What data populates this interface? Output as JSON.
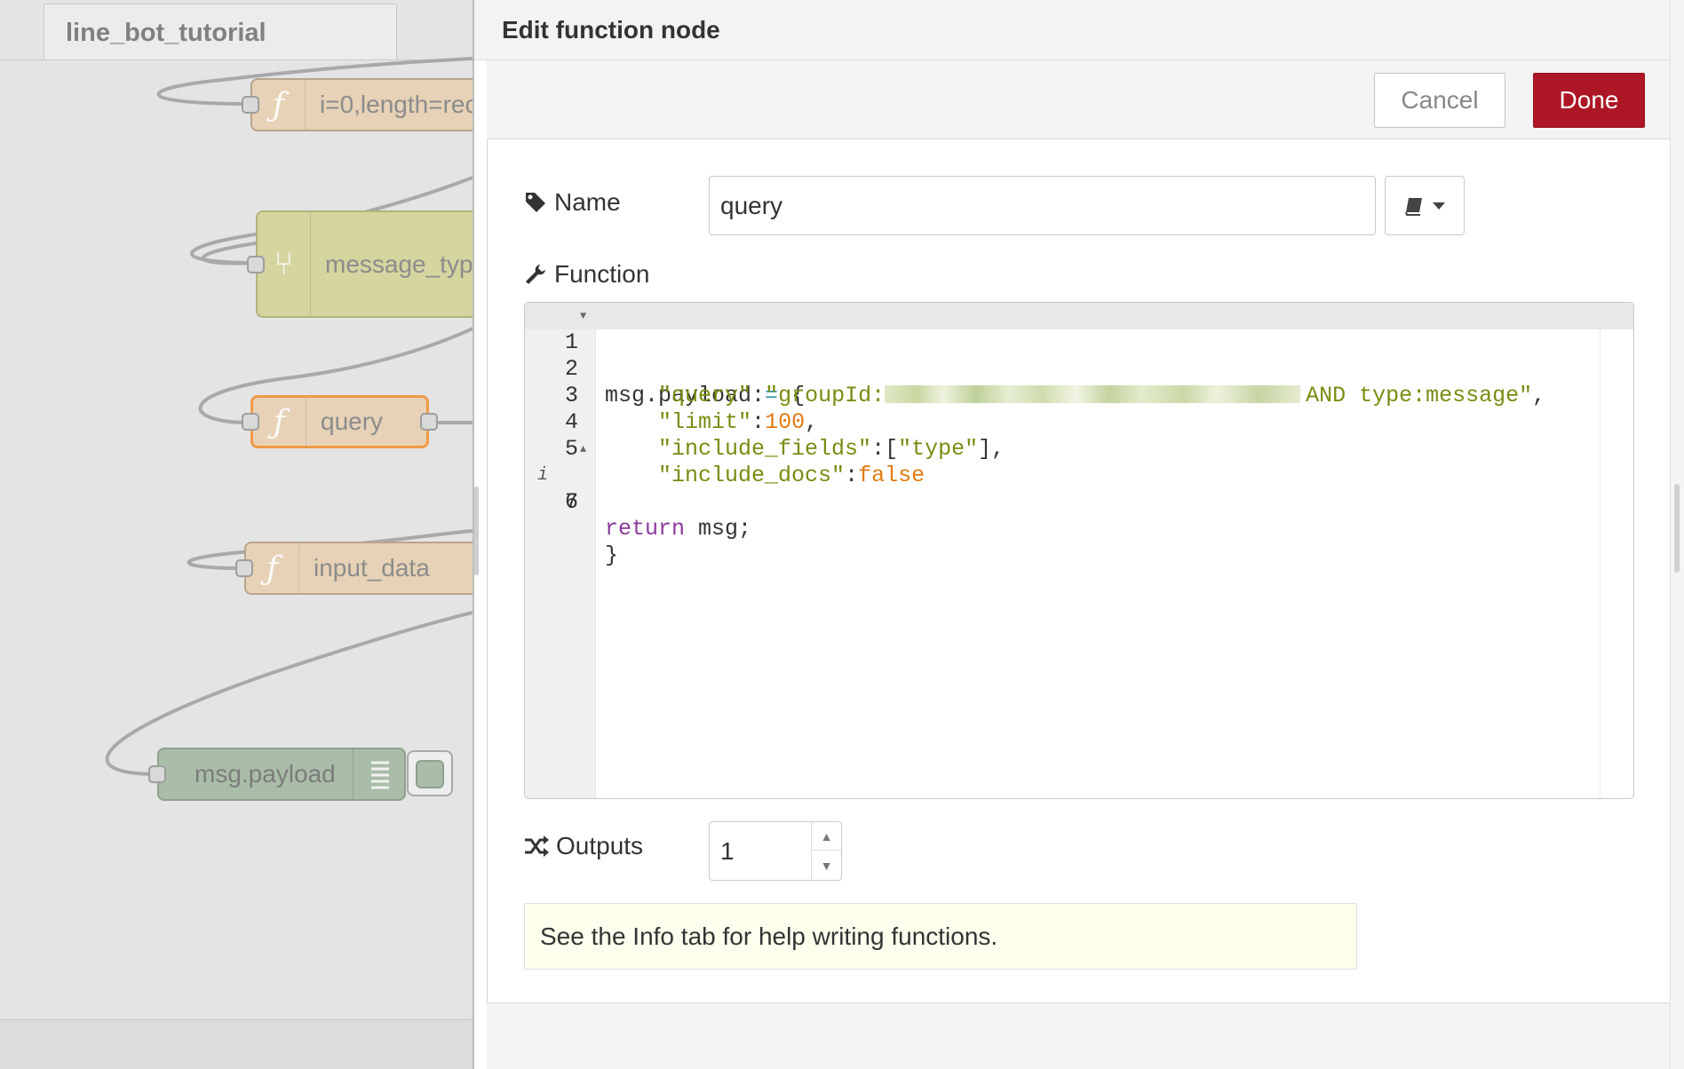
{
  "workspace": {
    "tab_label": "line_bot_tutorial",
    "nodes": [
      {
        "label": "i=0,length=rec",
        "icon": "function-icon"
      },
      {
        "label": "message_typ",
        "icon": "switch-icon"
      },
      {
        "label": "query",
        "icon": "function-icon"
      },
      {
        "label": "input_data",
        "icon": "function-icon"
      },
      {
        "label": "msg.payload",
        "icon": "debug-icon"
      }
    ]
  },
  "dialog": {
    "title": "Edit function node",
    "cancel_label": "Cancel",
    "done_label": "Done",
    "name_label": "Name",
    "name_value": "query",
    "function_label": "Function",
    "code": {
      "line_numbers": [
        "1",
        "2",
        "3",
        "4",
        "5",
        "6",
        "7"
      ],
      "l1_a": "msg.payload",
      "l1_op": "=",
      "l1_b": "{",
      "l2_a": "\"query\"",
      "l2_colon": ":",
      "l2_b": "\"groupId:",
      "l2_c": "AND type:message\"",
      "l2_d": ",",
      "l3_a": "\"limit\"",
      "l3_colon": ":",
      "l3_num": "100",
      "l3_d": ",",
      "l4_a": "\"include_fields\"",
      "l4_colon": ":[",
      "l4_b": "\"type\"",
      "l4_d": "],",
      "l5_a": "\"include_docs\"",
      "l5_colon": ":",
      "l5_b": "false",
      "l6": "}",
      "l7_kw": "return",
      "l7_b": "msg;"
    },
    "outputs_label": "Outputs",
    "outputs_value": "1",
    "tip": "See the Info tab for help writing functions."
  },
  "colors": {
    "done": "#ad1625",
    "function_node": "#e7d2b7",
    "switch_node": "#d5d5a0",
    "debug_node": "#a9bda8",
    "selected_border": "#f09a47"
  }
}
